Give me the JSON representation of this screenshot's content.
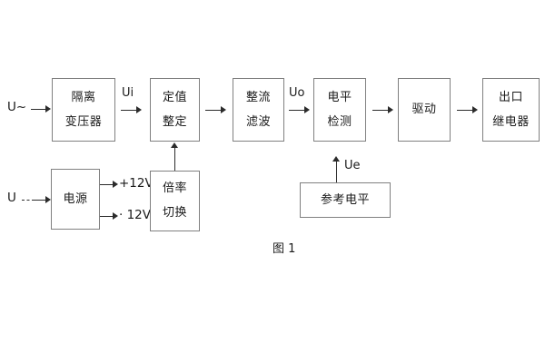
{
  "diagram": {
    "caption": "图 1",
    "blocks": [
      {
        "id": "isolation-transformer",
        "lines": [
          "隔离",
          "变压器"
        ]
      },
      {
        "id": "setting-value",
        "lines": [
          "定值",
          "整定"
        ]
      },
      {
        "id": "rectify-filter",
        "lines": [
          "整流",
          "滤波"
        ]
      },
      {
        "id": "level-detection",
        "lines": [
          "电平",
          "检测"
        ]
      },
      {
        "id": "drive",
        "lines": [
          "驱动"
        ]
      },
      {
        "id": "output-relay",
        "lines": [
          "出口",
          "继电器"
        ]
      },
      {
        "id": "power-supply",
        "lines": [
          "电源"
        ]
      },
      {
        "id": "multiplier-switch",
        "lines": [
          "倍率",
          "切换"
        ]
      },
      {
        "id": "reference-level",
        "lines": [
          "参考电平"
        ]
      }
    ],
    "signals": {
      "input_ac": "U~",
      "input_dc": "U",
      "input_dc_mark": "—",
      "ui": "Ui",
      "uo": "Uo",
      "ue": "Ue",
      "plus_12v": "+12V",
      "minus_12v": "· 12V"
    }
  },
  "colors": {
    "box_border": "#808080",
    "line": "#2b2b2b",
    "text": "#1a1a1a",
    "background": "#ffffff"
  }
}
